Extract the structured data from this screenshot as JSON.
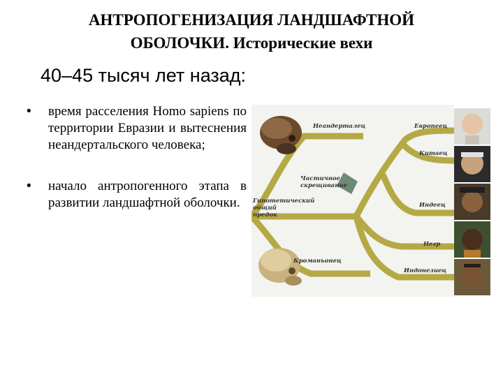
{
  "slide": {
    "title_line1": "АНТРОПОГЕНИЗАЦИЯ ЛАНДШАФТНОЙ",
    "title_line2": "ОБОЛОЧКИ. Исторические вехи",
    "subtitle": "40–45 тысяч лет назад:",
    "bullet_symbol": "•",
    "bullets": [
      {
        "text": "время расселения Homo sapiens по территории Евразии и вытеснения неандертальского человека;"
      },
      {
        "text": "начало антропогенного этапа в развитии ландшафтной оболочки."
      }
    ]
  },
  "figure": {
    "labels": {
      "neanderthal": "Неандерталец",
      "partial_crossing_1": "Частичное",
      "partial_crossing_2": "скрещивание",
      "ancestor_1": "Гипотетический",
      "ancestor_2": "общий",
      "ancestor_3": "предок",
      "cromagnon": "Кроманьонец",
      "european": "Европеец",
      "chinese": "Китаец",
      "indian": "Индеец",
      "negro": "Негр",
      "indonesian": "Индонезиец"
    },
    "colors": {
      "branch": "#b5a945",
      "crossing": "#6d8a76",
      "background": "#f3f3f0"
    }
  }
}
